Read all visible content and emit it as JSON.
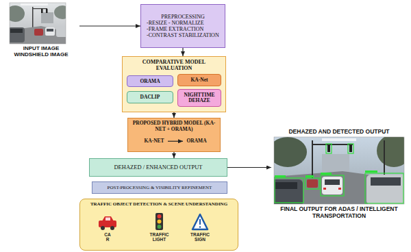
{
  "diagram": {
    "nodes": [
      {
        "text": [
          "INPUT IMAGE WINDSHIELD IMAGE"
        ]
      },
      {
        "text": [
          "PREPROCESSING",
          "-RESIZE - NORMALIZE",
          "-FRAME EXTRACTION",
          "-CONTRAST STABILIZATION"
        ]
      },
      {
        "text": [
          "COMPARATIVE MODEL EVALUATION"
        ]
      },
      {
        "text": [
          "ORAMA"
        ],
        "in": 2
      },
      {
        "text": [
          "KA-Net"
        ],
        "in": 2
      },
      {
        "text": [
          "DACLIP"
        ],
        "in": 2
      },
      {
        "text": [
          "NIGHTTIME DEHAZE"
        ],
        "in": 2
      },
      {
        "text": [
          "PROPOSED HYBRID MODEL (KA-NET + ORAMA)"
        ]
      },
      {
        "text": [
          "KA-NET"
        ],
        "in": 7
      },
      {
        "text": [
          "ORAMA"
        ],
        "in": 7
      },
      {
        "text": [
          "DEHAZED / ENHANCED OUTPUT"
        ]
      },
      {
        "text": [
          "DEHAZED AND DETECTED OUTPUT",
          "FINAL OUTPUT FOR ADAS / INTELLIGENT TRANSPORTATION"
        ]
      },
      {
        "text": [
          "POST-PROCESSING & VISIBILITY REFINEMENT"
        ]
      },
      {
        "text": [
          "TRAFFIC OBJECT DETECTION & SCENE UNDERSTANDING"
        ]
      }
    ],
    "edges": [
      {
        "from": 0,
        "to": 1,
        "arrow": "to"
      },
      {
        "from": 1,
        "to": 2,
        "arrow": "to"
      },
      {
        "from": 2,
        "to": 7,
        "arrow": "to"
      },
      {
        "from": 8,
        "to": 9,
        "arrow": "to"
      },
      {
        "from": 7,
        "to": 10,
        "arrow": "to"
      },
      {
        "from": 10,
        "to": 11,
        "arrow": "to"
      }
    ],
    "labels": [
      "CA R",
      "TRAFFIC LIGHT",
      "TRAFFIC SIGN"
    ]
  }
}
